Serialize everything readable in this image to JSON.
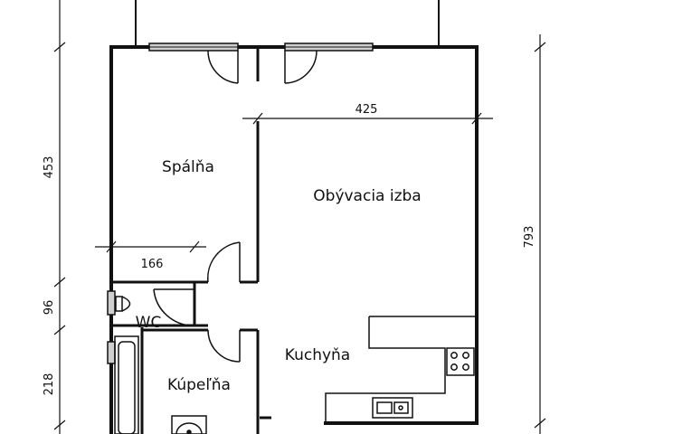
{
  "plan": {
    "rooms": [
      {
        "id": "spalna",
        "label": "Spálňa"
      },
      {
        "id": "obyvacia",
        "label": "Obývacia izba"
      },
      {
        "id": "wc",
        "label": "WC"
      },
      {
        "id": "kupelna",
        "label": "Kúpeľňa"
      },
      {
        "id": "kuchyna",
        "label": "Kuchyňa"
      }
    ],
    "dimensions": [
      {
        "id": "living-width",
        "value": "425"
      },
      {
        "id": "bedroom-width",
        "value": "166"
      },
      {
        "id": "bedroom-height",
        "value": "453"
      },
      {
        "id": "wc-height",
        "value": "96"
      },
      {
        "id": "bath-height",
        "value": "218"
      },
      {
        "id": "total-height",
        "value": "793"
      }
    ],
    "colors": {
      "wall": "#111111",
      "window": "#cfcfcf",
      "background": "#ffffff"
    }
  }
}
